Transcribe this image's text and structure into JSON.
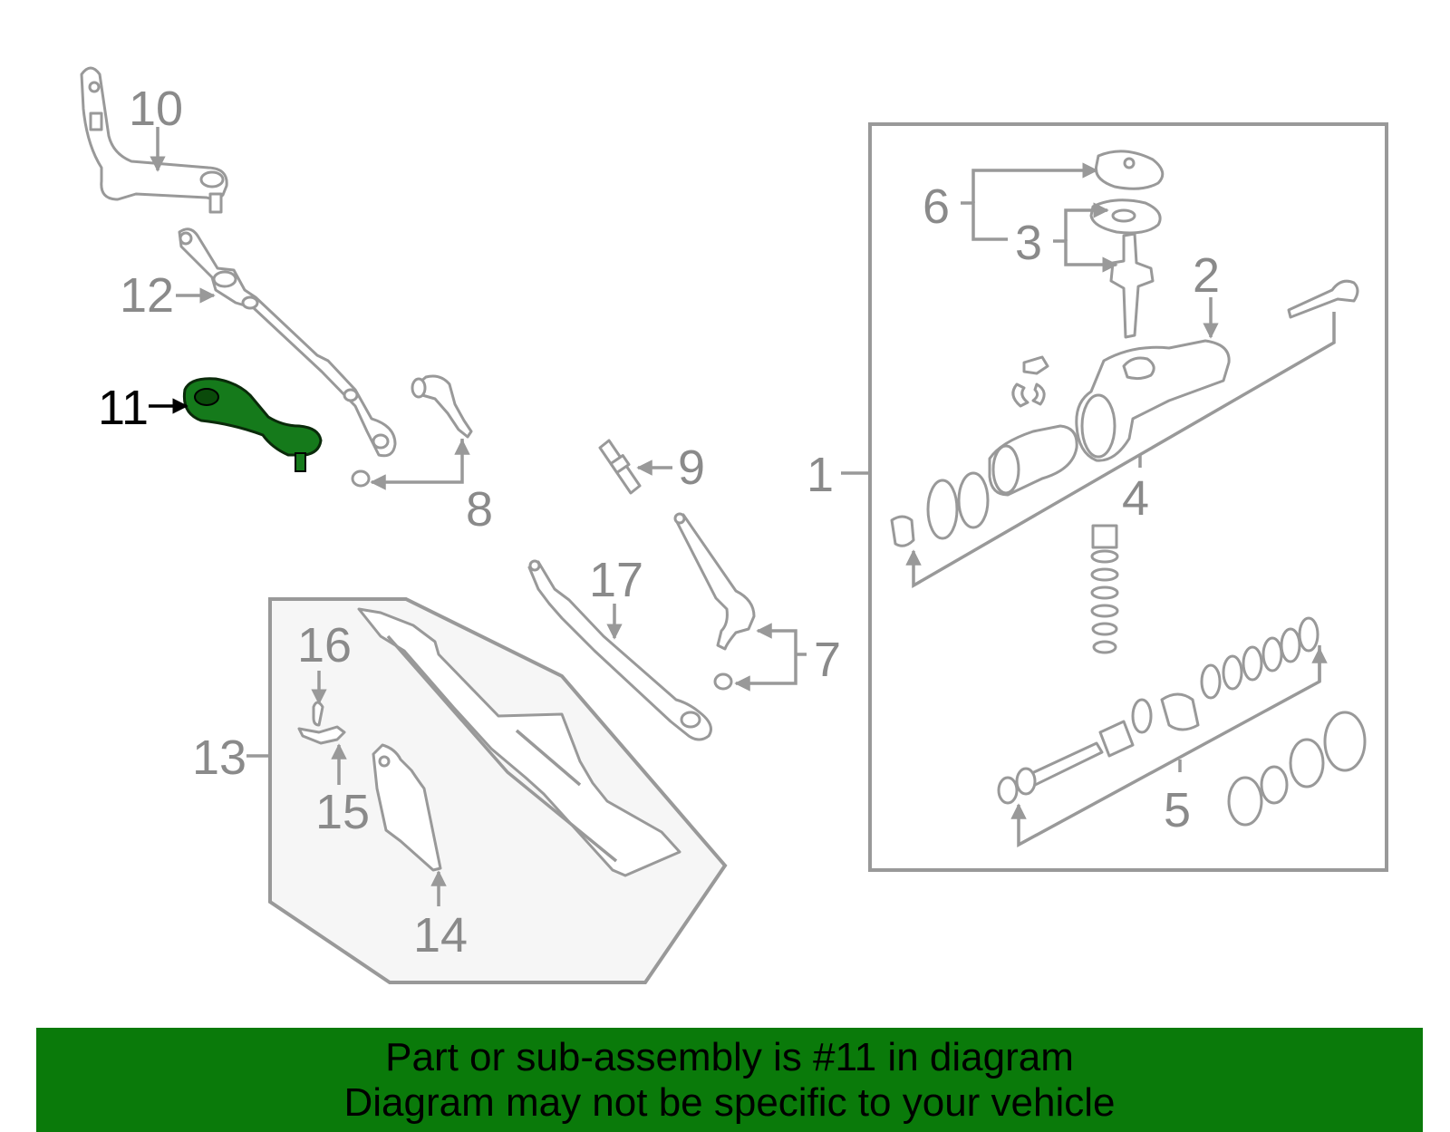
{
  "callouts": [
    "1",
    "2",
    "3",
    "4",
    "5",
    "6",
    "7",
    "8",
    "9",
    "10",
    "11",
    "12",
    "13",
    "14",
    "15",
    "16",
    "17"
  ],
  "highlighted_callout": "11",
  "colors": {
    "highlight": "#157a1b",
    "banner": "#0a7a0a",
    "line": "#999999",
    "label": "#8a8a8a"
  },
  "banner": {
    "line1": "Part or sub-assembly is #11 in diagram",
    "line2": "Diagram may not be specific to your vehicle"
  }
}
